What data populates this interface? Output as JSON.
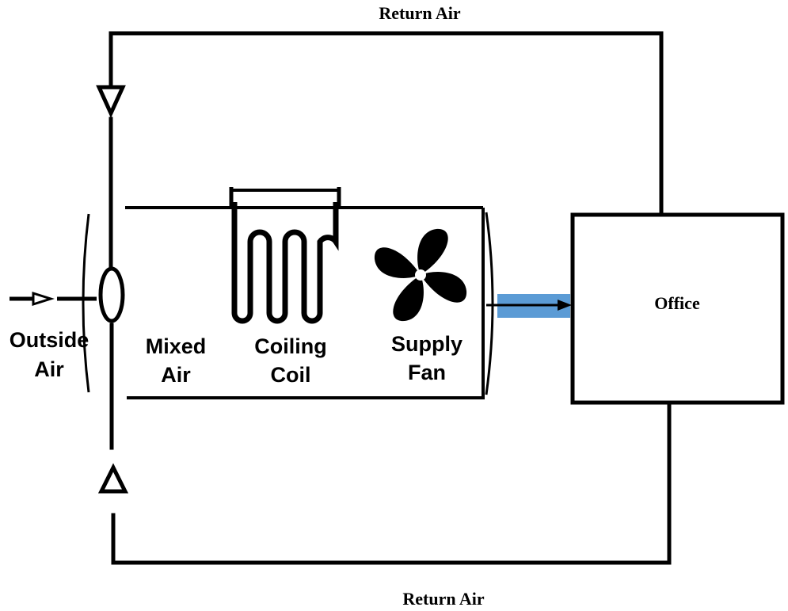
{
  "labels": {
    "return_air_top": "Return Air",
    "return_air_bottom": "Return Air",
    "office": "Office",
    "outside_air_line1": "Outside",
    "outside_air_line2": "Air",
    "mixed_air_line1": "Mixed",
    "mixed_air_line2": "Air",
    "cooling_coil_line1": "Coiling",
    "cooling_coil_line2": "Coil",
    "supply_fan_line1": "Supply",
    "supply_fan_line2": "Fan"
  },
  "colors": {
    "line": "#000000",
    "supply_duct": "#5b9bd5",
    "background": "#ffffff"
  },
  "icons": {
    "fan": "fan-icon",
    "coil": "coil-icon",
    "damper": "damper-icon"
  }
}
